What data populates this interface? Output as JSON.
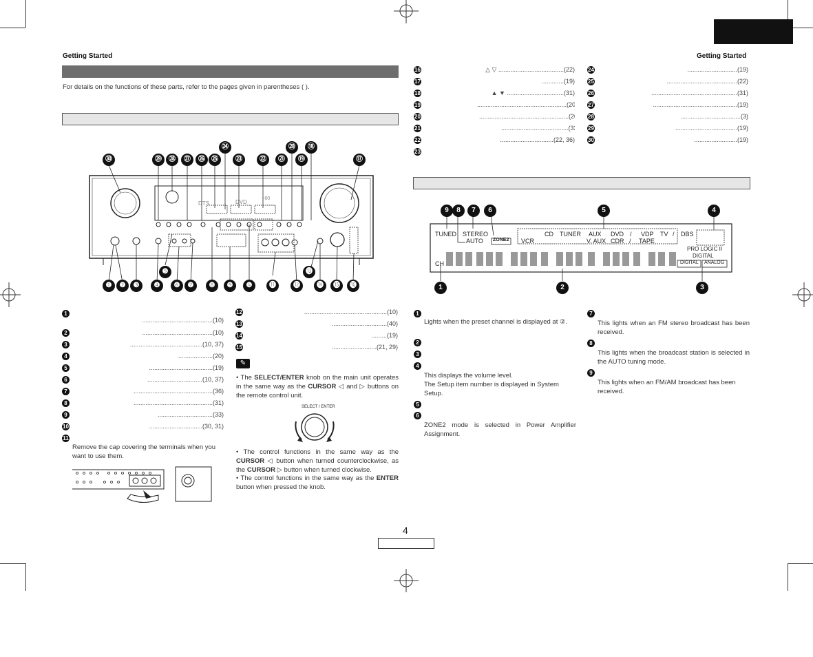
{
  "header_left": "Getting Started",
  "header_right": "Getting Started",
  "intro": "For details on the functions of these parts, refer to the pages given in parentheses (  ).",
  "page_number": "4",
  "front_panel_callouts_top": [
    "㉚",
    "㉙",
    "㉘",
    "㉗",
    "㉖",
    "㉕",
    "㉔",
    "㉓",
    "㉒",
    "㉑",
    "⑳",
    "⑲",
    "⑱",
    "⑰"
  ],
  "front_panel_callouts_bottom": [
    "❶",
    "❷",
    "❸",
    "❹",
    "❺",
    "❻",
    "❼",
    "❽",
    "❾",
    "❿",
    "⓫",
    "⓬",
    "⓭",
    "⓮",
    "⓯",
    "⓰"
  ],
  "left_list": [
    {
      "n": "1",
      "ref": "(10)"
    },
    {
      "n": "2",
      "ref": "(10)"
    },
    {
      "n": "3",
      "ref": "(10, 37)"
    },
    {
      "n": "4",
      "ref": "(20)"
    },
    {
      "n": "5",
      "ref": "(19)"
    },
    {
      "n": "6",
      "ref": "(10, 37)"
    },
    {
      "n": "7",
      "ref": "(36)"
    },
    {
      "n": "8",
      "ref": "(31)"
    },
    {
      "n": "9",
      "ref": "(33)"
    },
    {
      "n": "10",
      "ref": "(30, 31)"
    },
    {
      "n": "11",
      "ref": ""
    }
  ],
  "item11_text": "Remove the cap covering the terminals when you want to use them.",
  "mid_list": [
    {
      "n": "12",
      "ref": "(10)"
    },
    {
      "n": "13",
      "ref": "(40)"
    },
    {
      "n": "14",
      "ref": "(19)"
    },
    {
      "n": "15",
      "ref": "(21, 29)"
    }
  ],
  "note": {
    "b1_pre": "The ",
    "b1_bold1": "SELECT/ENTER",
    "b1_mid": " knob on the main unit operates in the same way as the ",
    "b1_bold2": "CURSOR",
    "b1_post": " ◁ and ▷ buttons on the remote control unit.",
    "knob_label": "SELECT / ENTER",
    "b2_pre": "The control functions in the same way as the ",
    "b2_bold1": "CURSOR",
    "b2_mid": " ◁ button when turned counterclockwise, as the ",
    "b2_bold2": "CURSOR",
    "b2_post": " ▷ button when turned clockwise.",
    "b3_pre": "The control functions in the same way as the ",
    "b3_bold": "ENTER",
    "b3_post": " button when pressed the knob."
  },
  "right_top_list_a": [
    {
      "n": "16",
      "sym": "△  ▽",
      "ref": "(22)"
    },
    {
      "n": "17",
      "sym": "",
      "ref": "(19)"
    },
    {
      "n": "18",
      "sym": "▲ ▼",
      "ref": "(31)"
    },
    {
      "n": "19",
      "sym": "",
      "ref": "(20)"
    },
    {
      "n": "20",
      "sym": "",
      "ref": "(20)"
    },
    {
      "n": "21",
      "sym": "",
      "ref": "(33)"
    },
    {
      "n": "22",
      "sym": "",
      "ref": "(22, 36)"
    },
    {
      "n": "23",
      "sym": "",
      "ref": ""
    }
  ],
  "right_top_list_b": [
    {
      "n": "24",
      "ref": "(19)"
    },
    {
      "n": "25",
      "ref": "(22)"
    },
    {
      "n": "26",
      "ref": "(31)"
    },
    {
      "n": "27",
      "ref": "(19)"
    },
    {
      "n": "28",
      "ref": "(3)"
    },
    {
      "n": "29",
      "ref": "(19)"
    },
    {
      "n": "30",
      "ref": "(19)"
    }
  ],
  "lcd": {
    "tuned": "TUNED",
    "stereo": "STEREO",
    "auto": "AUTO",
    "zone2": "ZONE2",
    "vcr": "VCR",
    "sources_top": [
      "CD",
      "TUNER",
      "AUX",
      "DVD",
      "/",
      "VDP",
      "TV",
      "/",
      "DBS"
    ],
    "sources_bottom": [
      "V. AUX",
      "CDR",
      "/",
      "TAPE"
    ],
    "prologic": "PRO LOGIC II",
    "digital_mark": "DIGITAL",
    "ch": "CH",
    "digital_box": "DIGITAL",
    "analog_box": "ANALOG",
    "callouts_top": [
      "9",
      "8",
      "7",
      "6",
      "5",
      "4"
    ],
    "callouts_bottom": [
      "1",
      "2",
      "3"
    ]
  },
  "display_desc_left": [
    {
      "n": "1",
      "text": "Lights when the preset channel is displayed at ②."
    },
    {
      "n": "2",
      "text": ""
    },
    {
      "n": "3",
      "text": ""
    },
    {
      "n": "4",
      "text": "This displays the volume level.\nThe Setup item number is displayed in System Setup."
    },
    {
      "n": "5",
      "text": ""
    },
    {
      "n": "6",
      "text": "ZONE2 mode is selected in Power Amplifier Assignment."
    }
  ],
  "display_desc_right": [
    {
      "n": "7",
      "text": "This lights when an FM stereo broadcast has been received."
    },
    {
      "n": "8",
      "text": "This lights when the broadcast station is selected in the AUTO tuning mode."
    },
    {
      "n": "9",
      "text": "This lights when an FM/AM broadcast has been received."
    }
  ]
}
